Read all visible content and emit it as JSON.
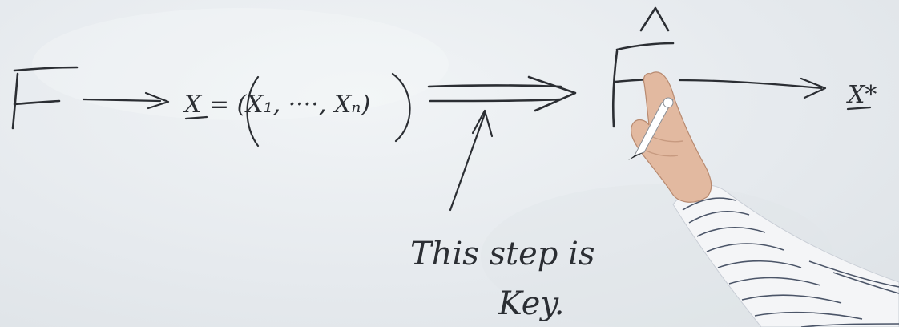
{
  "whiteboard": {
    "background_color": "#e9edf0",
    "ink_color": "#2b2e33",
    "formula": {
      "left_symbol": "F",
      "vector_definition": "X = (X₁, ····, Xₙ)",
      "right_symbol": "F̂",
      "result": "X*"
    },
    "annotation": {
      "line1": "This step is",
      "line2": "Key."
    }
  },
  "presenter": {
    "description_icon": "pointing-hand-with-marker",
    "sleeve_color": "#f4f5f7",
    "stripe_color": "#4b5568",
    "skin_color": "#e2b9a0",
    "marker_color": "#ffffff"
  }
}
